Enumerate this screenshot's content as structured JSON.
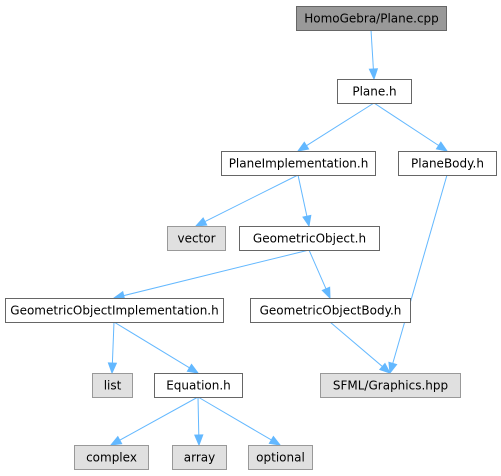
{
  "nodes": [
    {
      "id": "root",
      "label": "HomoGebra/Plane.cpp",
      "kind": "root"
    },
    {
      "id": "plane_h",
      "label": "Plane.h",
      "kind": "local"
    },
    {
      "id": "plane_impl_h",
      "label": "PlaneImplementation.h",
      "kind": "local"
    },
    {
      "id": "plane_body_h",
      "label": "PlaneBody.h",
      "kind": "local"
    },
    {
      "id": "vector",
      "label": "vector",
      "kind": "external"
    },
    {
      "id": "geom_obj_h",
      "label": "GeometricObject.h",
      "kind": "local"
    },
    {
      "id": "geom_obj_impl_h",
      "label": "GeometricObjectImplementation.h",
      "kind": "local"
    },
    {
      "id": "geom_obj_body_h",
      "label": "GeometricObjectBody.h",
      "kind": "local"
    },
    {
      "id": "list",
      "label": "list",
      "kind": "external"
    },
    {
      "id": "equation_h",
      "label": "Equation.h",
      "kind": "local"
    },
    {
      "id": "sfml_graphics",
      "label": "SFML/Graphics.hpp",
      "kind": "external"
    },
    {
      "id": "complex",
      "label": "complex",
      "kind": "external"
    },
    {
      "id": "array",
      "label": "array",
      "kind": "external"
    },
    {
      "id": "optional",
      "label": "optional",
      "kind": "external"
    }
  ],
  "edges": [
    {
      "from": "root",
      "to": "plane_h"
    },
    {
      "from": "plane_h",
      "to": "plane_impl_h"
    },
    {
      "from": "plane_h",
      "to": "plane_body_h"
    },
    {
      "from": "plane_impl_h",
      "to": "vector"
    },
    {
      "from": "plane_impl_h",
      "to": "geom_obj_h"
    },
    {
      "from": "plane_body_h",
      "to": "sfml_graphics"
    },
    {
      "from": "geom_obj_h",
      "to": "geom_obj_impl_h"
    },
    {
      "from": "geom_obj_h",
      "to": "geom_obj_body_h"
    },
    {
      "from": "geom_obj_impl_h",
      "to": "list"
    },
    {
      "from": "geom_obj_impl_h",
      "to": "equation_h"
    },
    {
      "from": "geom_obj_body_h",
      "to": "sfml_graphics"
    },
    {
      "from": "equation_h",
      "to": "complex"
    },
    {
      "from": "equation_h",
      "to": "array"
    },
    {
      "from": "equation_h",
      "to": "optional"
    }
  ],
  "colors": {
    "edge": "#63b8ff",
    "root_fill": "#999999",
    "local_fill": "#ffffff",
    "external_fill": "#e0e0e0",
    "border": "#666666"
  }
}
